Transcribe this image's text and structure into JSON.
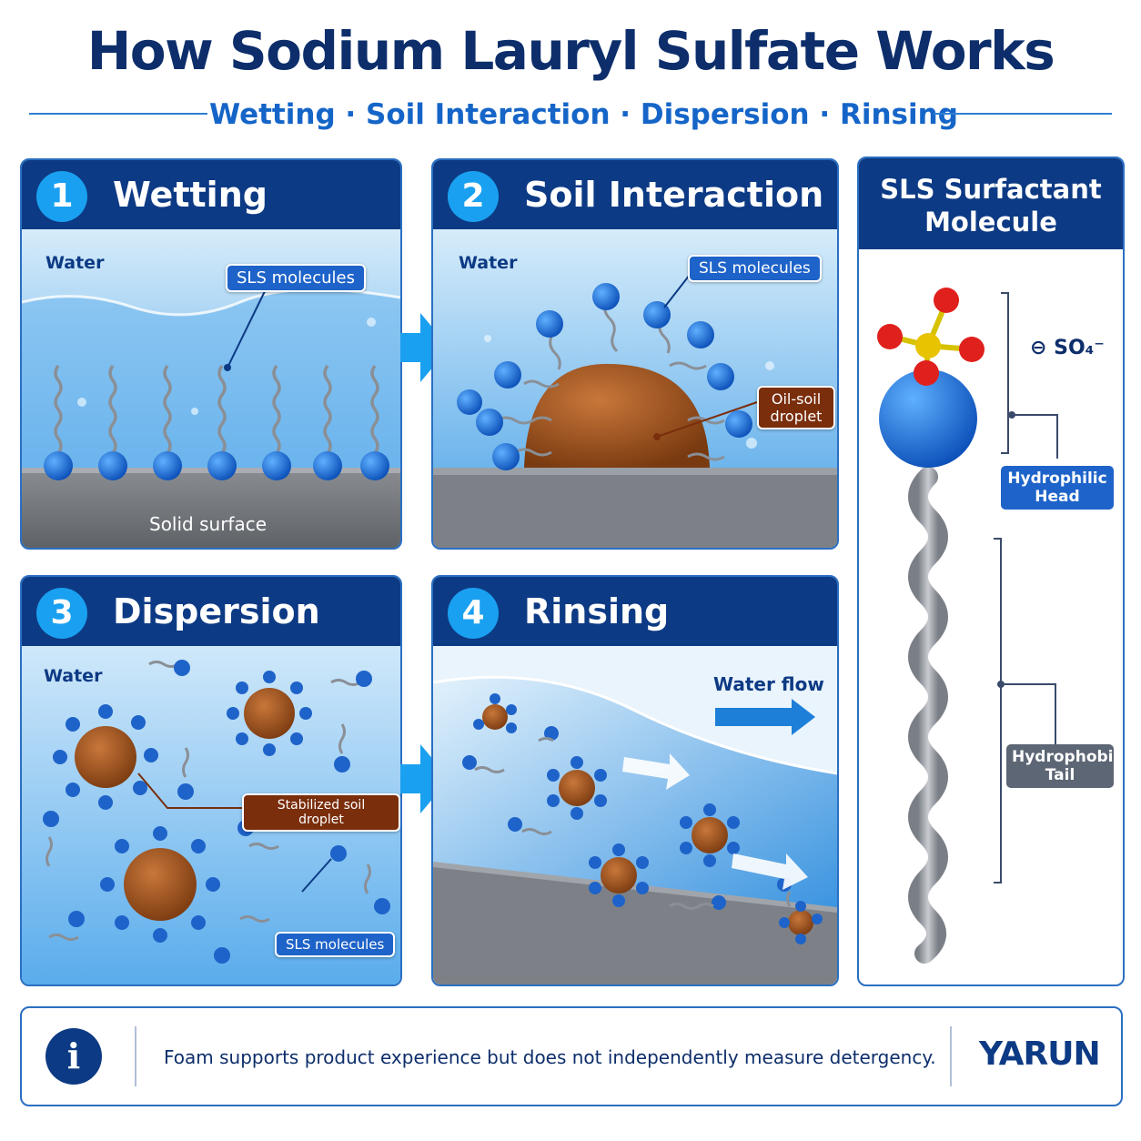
{
  "title": "How Sodium Lauryl Sulfate Works",
  "subtitle": "Wetting · Soil Interaction · Dispersion · Rinsing",
  "panels": [
    {
      "number": "1",
      "title": "Wetting",
      "labels": {
        "water": "Water",
        "molecules": "SLS molecules",
        "surface": "Solid surface"
      }
    },
    {
      "number": "2",
      "title": "Soil Interaction",
      "labels": {
        "water": "Water",
        "molecules": "SLS molecules",
        "droplet": "Oil-soil droplet"
      }
    },
    {
      "number": "3",
      "title": "Dispersion",
      "labels": {
        "water": "Water",
        "stabilized": "Stabilized soil droplet",
        "molecules": "SLS molecules"
      }
    },
    {
      "number": "4",
      "title": "Rinsing",
      "labels": {
        "flow": "Water flow"
      }
    }
  ],
  "molecule": {
    "title_line1": "SLS Surfactant",
    "title_line2": "Molecule",
    "sulfate": "SO₄⁻",
    "minus": "⊖",
    "head_line1": "Hydrophilic",
    "head_line2": "Head",
    "tail_line1": "Hydrophobic",
    "tail_line2": "Tail"
  },
  "footer": {
    "icon": "info-icon",
    "text": "Foam supports product experience but does not independently measure detergency.",
    "brand": "YARUN"
  },
  "colors": {
    "navy": "#0d3a84",
    "accent": "#1aa0f0",
    "water": "#bfe0f7",
    "soil": "#9a4e1c"
  }
}
